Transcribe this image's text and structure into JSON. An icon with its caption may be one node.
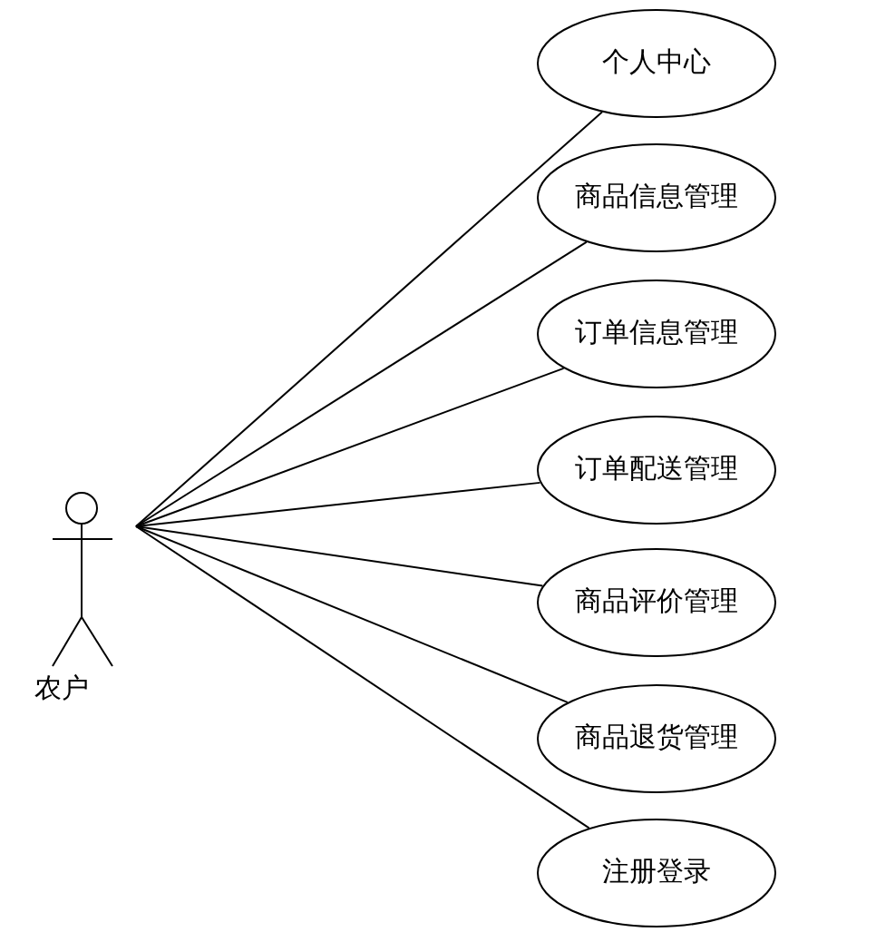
{
  "diagram": {
    "nodes": [
      {
        "text": [
          "农户"
        ]
      },
      {
        "text": [
          "个人中心"
        ]
      },
      {
        "text": [
          "商品信息管理"
        ]
      },
      {
        "text": [
          "订单信息管理"
        ]
      },
      {
        "text": [
          "订单配送管理"
        ]
      },
      {
        "text": [
          "商品评价管理"
        ]
      },
      {
        "text": [
          "商品退货管理"
        ]
      },
      {
        "text": [
          "注册登录"
        ]
      }
    ],
    "edges": [
      {
        "from": 0,
        "to": 1,
        "arrow": "none"
      },
      {
        "from": 0,
        "to": 2,
        "arrow": "none"
      },
      {
        "from": 0,
        "to": 3,
        "arrow": "none"
      },
      {
        "from": 0,
        "to": 4,
        "arrow": "none"
      },
      {
        "from": 0,
        "to": 5,
        "arrow": "none"
      },
      {
        "from": 0,
        "to": 6,
        "arrow": "none"
      },
      {
        "from": 0,
        "to": 7,
        "arrow": "none"
      }
    ]
  }
}
